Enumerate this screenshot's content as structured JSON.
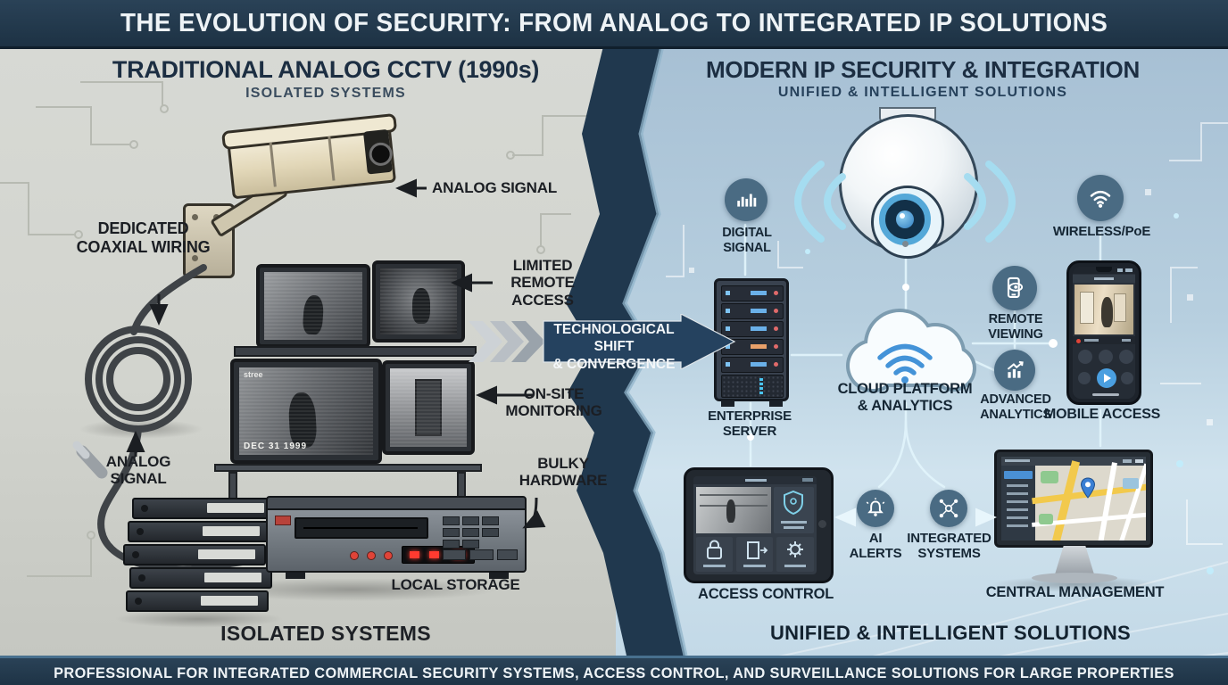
{
  "top_banner": {
    "title": "THE EVOLUTION OF SECURITY: FROM ANALOG TO INTEGRATED IP SOLUTIONS"
  },
  "bottom_banner": {
    "text": "PROFESSIONAL FOR INTEGRATED COMMERCIAL SECURITY SYSTEMS, ACCESS CONTROL, AND SURVEILLANCE SOLUTIONS FOR LARGE PROPERTIES"
  },
  "transition_arrow": {
    "line1": "TECHNOLOGICAL SHIFT",
    "line2": "& CONVERGENCE"
  },
  "left_panel": {
    "title": "TRADITIONAL ANALOG CCTV (1990s)",
    "subtitle": "ISOLATED SYSTEMS",
    "footer_label": "ISOLATED SYSTEMS",
    "labels": {
      "dedicated_coaxial_wiring": "DEDICATED COAXIAL WIRING",
      "analog_signal_camera": "ANALOG SIGNAL",
      "limited_remote_access": "LIMITED REMOTE ACCESS",
      "on_site_monitoring": "ON-SITE MONITORING",
      "analog_signal_cable": "ANALOG SIGNAL",
      "bulky_hardware": "BULKY HARDWARE",
      "local_storage": "LOCAL STORAGE"
    },
    "monitor_overlay": "stree",
    "monitor_timestamp": "DEC 31 1999"
  },
  "right_panel": {
    "title": "MODERN IP SECURITY & INTEGRATION",
    "subtitle": "UNIFIED & INTELLIGENT SOLUTIONS",
    "footer_label": "UNIFIED & INTELLIGENT SOLUTIONS",
    "labels": {
      "digital_signal": "DIGITAL SIGNAL",
      "wireless_poe": "WIRELESS/PoE",
      "remote_viewing": "REMOTE VIEWING",
      "enterprise_server": "ENTERPRISE SERVER",
      "cloud_platform": "CLOUD PLATFORM & ANALYTICS",
      "advanced_analytics": "ADVANCED ANALYTICS",
      "mobile_access": "MOBILE ACCESS",
      "ai_alerts": "AI ALERTS",
      "integrated_systems": "INTEGRATED SYSTEMS",
      "access_control": "ACCESS CONTROL",
      "central_management": "CENTRAL MANAGEMENT"
    }
  },
  "icons": {
    "digital_signal": "signal-bars-icon",
    "wireless_poe": "wifi-icon",
    "remote_viewing": "phone-eye-icon",
    "advanced_analytics": "chart-up-icon",
    "ai_alerts": "bell-icon",
    "integrated_systems": "network-nodes-icon",
    "cloud": "cloud-wifi-icon",
    "map_pin": "map-pin-icon",
    "play": "play-icon",
    "shield": "shield-icon",
    "padlock": "padlock-icon",
    "gear": "gear-icon"
  },
  "colors": {
    "banner_bg": "#22394d",
    "left_bg": "#d3d5cf",
    "right_bg": "#b3cbdd",
    "heading": "#1c2e42",
    "divider_band": "#20384e",
    "accent_blue": "#4a9fd8",
    "icon_circle_bg": "#4a6b83",
    "alert_red": "#e04438"
  }
}
